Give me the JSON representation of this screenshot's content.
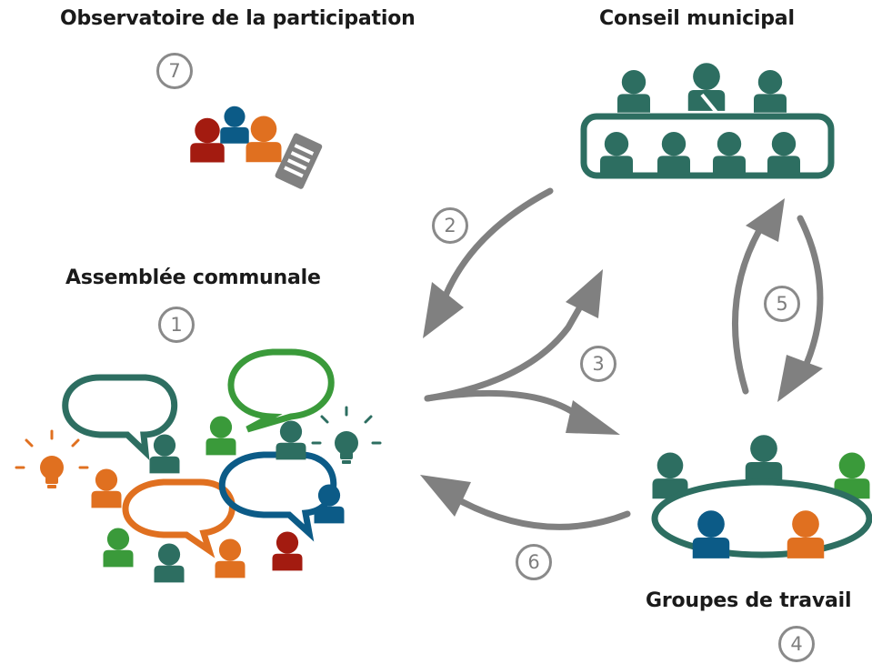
{
  "labels": {
    "observatory": "Observatoire de la participation",
    "council": "Conseil municipal",
    "assembly": "Assemblée communale",
    "working_groups": "Groupes de travail"
  },
  "steps": {
    "observatory": "7",
    "council_to_assembly": "2",
    "assembly": "1",
    "assembly_to_council_and_groups": "3",
    "council_groups_exchange": "5",
    "working_groups": "4",
    "groups_to_assembly": "6"
  },
  "colors": {
    "teal": "#2d6e61",
    "green": "#3a9a3a",
    "orange": "#e07020",
    "blue": "#0c5b87",
    "red": "#a31b10",
    "arrow_gray": "#808080",
    "text": "#1a1a1a"
  },
  "icons": {
    "observatory": "people-with-clipboard-icon",
    "council": "council-table-icon",
    "assembly": "crowd-with-speech-bubbles-icon",
    "working_groups": "round-table-icon"
  }
}
